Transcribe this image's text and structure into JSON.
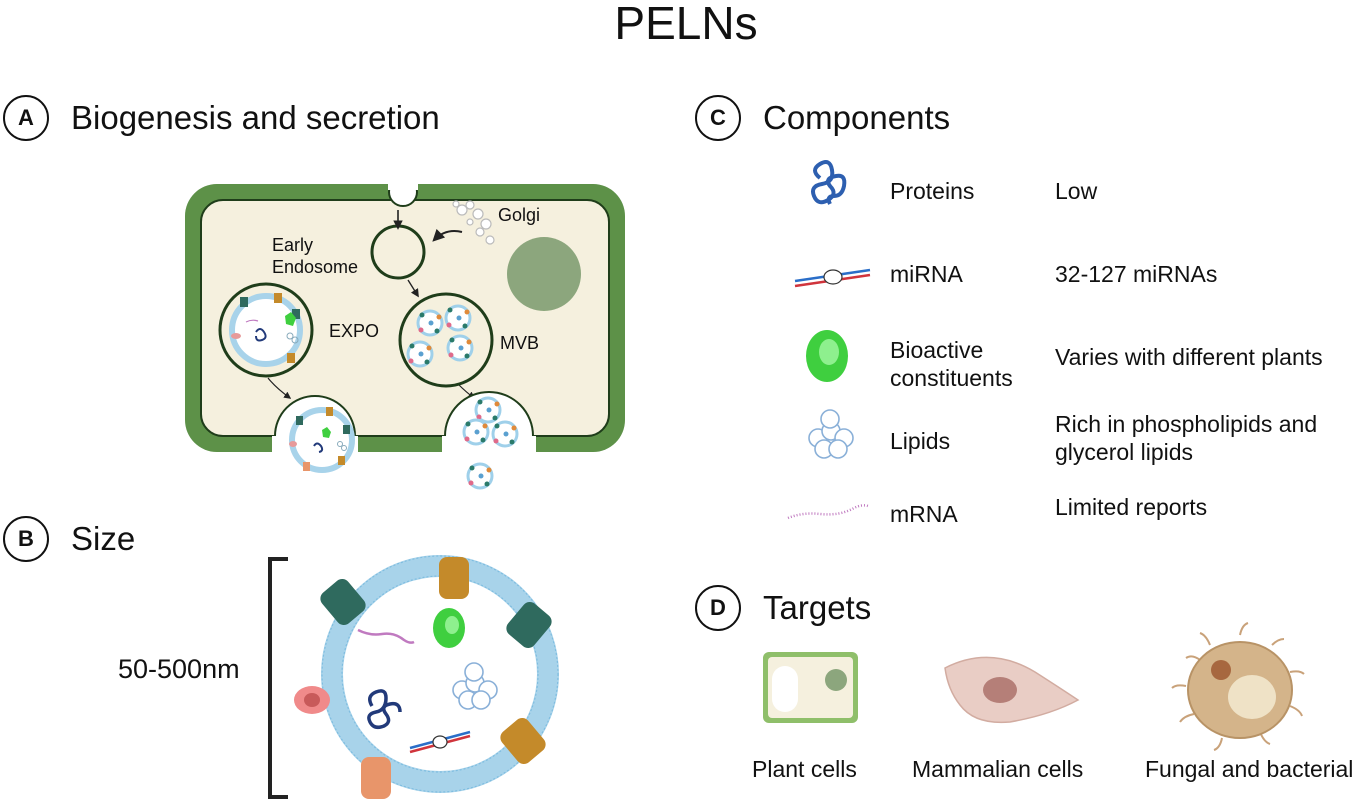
{
  "title": "PELNs",
  "panels": {
    "a": {
      "letter": "A",
      "title": "Biogenesis and secretion"
    },
    "b": {
      "letter": "B",
      "title": "Size"
    },
    "c": {
      "letter": "C",
      "title": "Components"
    },
    "d": {
      "letter": "D",
      "title": "Targets"
    }
  },
  "cell_labels": {
    "golgi": "Golgi",
    "early": "Early",
    "endosome": "Endosome",
    "expo": "EXPO",
    "mvb": "MVB"
  },
  "size_label": "50-500nm",
  "components": [
    {
      "name": "Proteins",
      "desc": "Low",
      "icon": "protein-icon"
    },
    {
      "name": "miRNA",
      "desc": "32-127 miRNAs",
      "icon": "mirna-icon"
    },
    {
      "name": "Bioactive\nconstituents",
      "desc": "Varies with different plants",
      "icon": "bioactive-icon"
    },
    {
      "name": "Lipids",
      "desc": "Rich in phospholipids and\nglycerol lipids",
      "icon": "lipids-icon"
    },
    {
      "name": "mRNA",
      "desc": "Limited reports",
      "icon": "mrna-icon"
    }
  ],
  "targets": [
    {
      "label": "Plant cells",
      "icon": "plant-cell-icon"
    },
    {
      "label": "Mammalian cells",
      "icon": "mammalian-cell-icon"
    },
    {
      "label": "Fungal and bacterial",
      "icon": "fungal-bacterial-icon"
    }
  ],
  "colors": {
    "cell_wall": "#5d9148",
    "cytoplasm": "#f5f0de",
    "nucleus": "#8ca67d",
    "membrane": "#a8d3ea",
    "bioactive": "#3fcf3f"
  }
}
